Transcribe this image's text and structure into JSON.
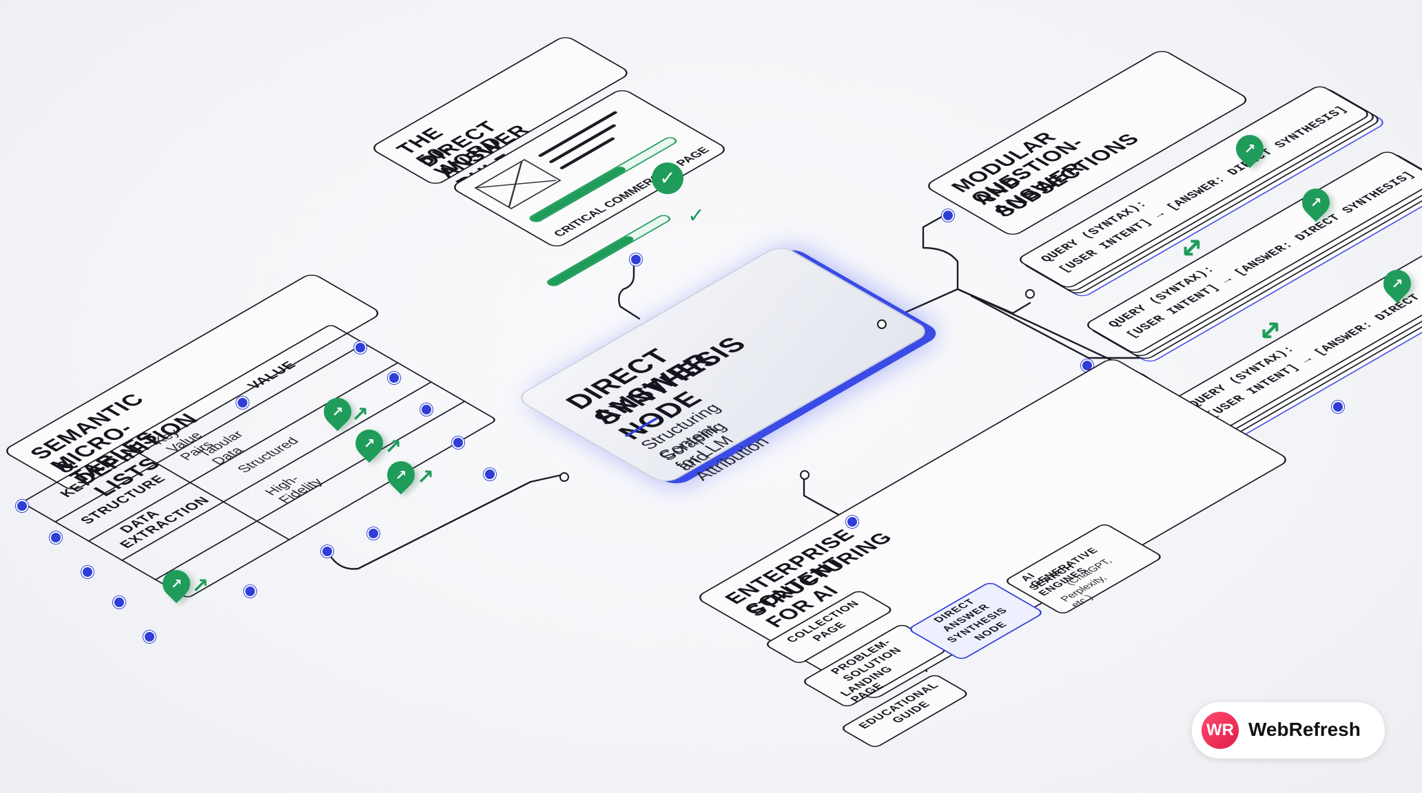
{
  "center": {
    "title_line1": "Direct Answer",
    "title_line2": "Synthesis Node",
    "subtitle_line1": "Structuring Content for LLM",
    "subtitle_line2": "Scraping and Attribution"
  },
  "rule_panel": {
    "title_line1": "The 50-Word",
    "title_line2": "Direct Answer Rule",
    "page_label": "Critical Commercial Page",
    "progress_main": 0.65,
    "progress_lower": 0.7
  },
  "micro_tables": {
    "title_line1": "Semantic Micro-Tables",
    "title_line2": "& Definition Lists",
    "headers": {
      "key": "Key",
      "value": "Value"
    },
    "rows": [
      {
        "key": "Structure",
        "value": "Key-Value Pairs"
      },
      {
        "key": "Data Extraction",
        "value": "Tabular Data"
      },
      {
        "key": "",
        "value": "Structured"
      },
      {
        "key": "",
        "value": "High-Fidelity"
      }
    ],
    "key_lines": [
      "Key",
      "Structure",
      "Data",
      "Extraction"
    ]
  },
  "qa_panel": {
    "title_line1": "Modular Question-",
    "title_line2": "and-Answer",
    "title_line3": "Subsections",
    "cards": [
      {
        "line1": "Query (Syntax):",
        "line2": "[User Intent] → [Answer: Direct Synthesis]"
      },
      {
        "line1": "Query (Syntax):",
        "line2": "[User Intent] → [Answer: Direct Synthesis]"
      },
      {
        "line1": "Query (Syntax):",
        "line2": "[User Intent] → [Answer: Direct Synthesis]"
      }
    ]
  },
  "enterprise": {
    "title_line1": "Enterprise Content",
    "title_line2": "Structuring for AI",
    "sources": [
      {
        "line1": "Collection",
        "line2": "Page",
        "line3": ""
      },
      {
        "line1": "Problem-",
        "line2": "Solution",
        "line3": "Landing Page"
      },
      {
        "line1": "Educational",
        "line2": "Guide",
        "line3": ""
      }
    ],
    "node": {
      "line1": "Direct",
      "line2": "Answer",
      "line3": "Synthesis",
      "line4": "Node"
    },
    "engines": {
      "line1": "AI Generative",
      "line2": "Search Engines",
      "line3": "(ChatGPT,",
      "line4": "Perplexity, etc.)"
    }
  },
  "brand": {
    "mark": "WR",
    "name": "WebRefresh"
  },
  "colors": {
    "accent": "#2f3ed6",
    "green": "#1f9c5a",
    "ink": "#1b1c24"
  },
  "icons": [
    "check-icon",
    "map-pin-icon",
    "arrow-up-right-icon",
    "double-arrow-icon",
    "image-placeholder-icon"
  ]
}
